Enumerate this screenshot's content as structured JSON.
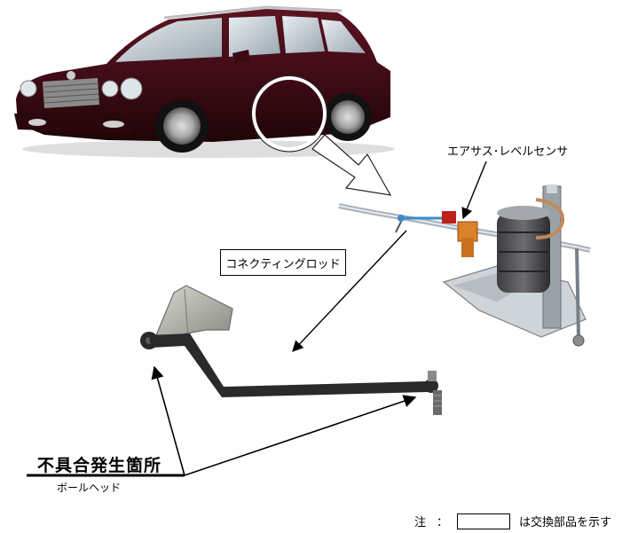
{
  "labels": {
    "air_suspension_level_sensor": "エアサス･レベルセンサ",
    "connecting_rod": "コネクティングロッド",
    "defect_location": "不具合発生箇所",
    "ball_head": "ボールヘッド"
  },
  "note": {
    "prefix": "注",
    "colon": "：",
    "text": "は交換部品を示す"
  },
  "colors": {
    "car_body": "#3a0a14",
    "sensor_highlight": "#d9822b",
    "sensor_red": "#c0201a",
    "rod": "#2a2a2a",
    "bracket": "#b8b8b0"
  }
}
